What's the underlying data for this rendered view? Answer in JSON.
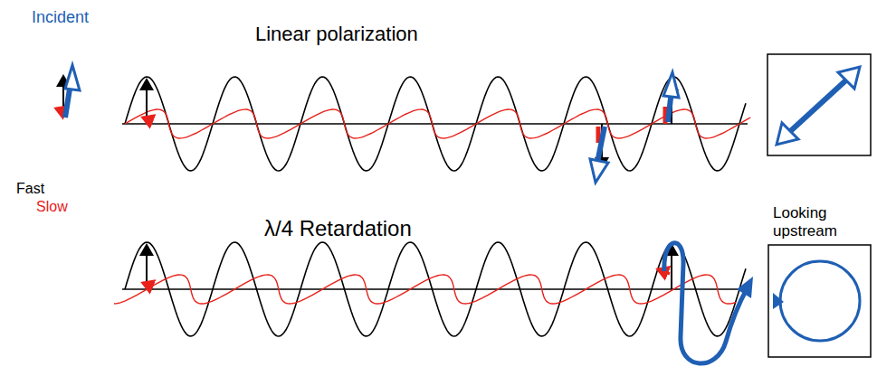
{
  "diagram": {
    "nodes": [
      {
        "text": [
          "Looking upstream"
        ]
      }
    ],
    "labels": [
      "Incident",
      "Linear polarization",
      "λ/4 Retardation",
      "Fast",
      "Slow"
    ]
  }
}
